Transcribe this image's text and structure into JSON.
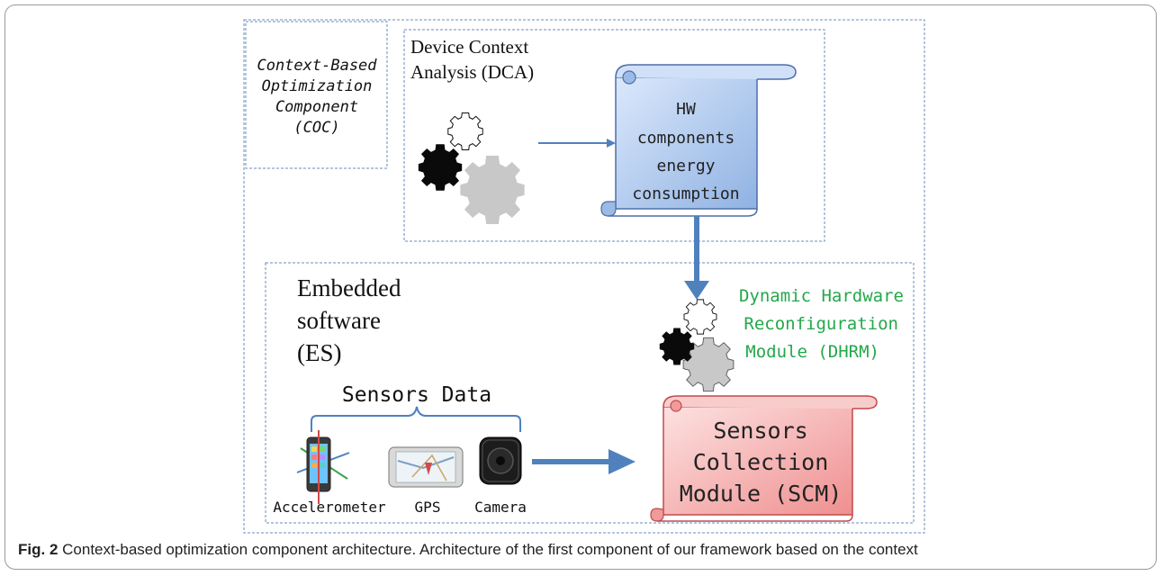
{
  "coc": {
    "lines": [
      "Context-Based",
      "Optimization",
      "Component",
      "(COC)"
    ]
  },
  "dca": {
    "title_lines": [
      "Device Context",
      "Analysis (DCA)"
    ]
  },
  "hw_scroll": {
    "lines": [
      "HW",
      "components",
      "energy",
      "consumption"
    ]
  },
  "es": {
    "title_lines": [
      "Embedded",
      "software",
      "(ES)"
    ]
  },
  "dhrm": {
    "lines": [
      "Dynamic Hardware",
      "Reconfiguration",
      "Module (DHRM)"
    ],
    "color": "#23a84a"
  },
  "sensors": {
    "brace_label": "Sensors Data",
    "items": [
      {
        "icon": "accelerometer-phone-icon",
        "label": "Accelerometer"
      },
      {
        "icon": "gps-device-icon",
        "label": "GPS"
      },
      {
        "icon": "camera-icon",
        "label": "Camera"
      }
    ]
  },
  "scm": {
    "lines": [
      "Sensors",
      "Collection",
      "Module (SCM)"
    ]
  },
  "caption": {
    "label": "Fig. 2",
    "text": "Context-based optimization component architecture. Architecture of the first component of our framework based on the context"
  },
  "colors": {
    "arrow": "#4f81bd",
    "hw_fill": "#b7d0f2",
    "scm_fill": "#f7b5b5",
    "dhrm_text": "#23a84a"
  }
}
